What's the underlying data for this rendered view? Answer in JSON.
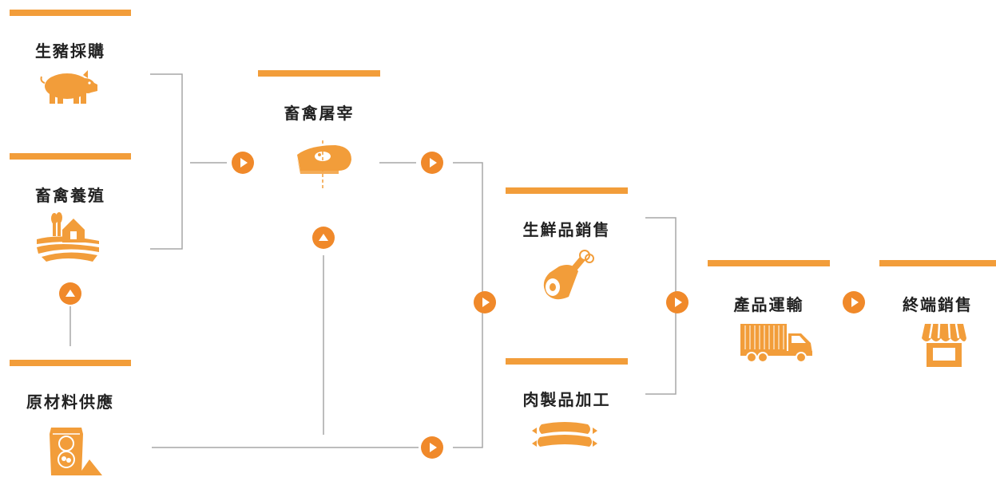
{
  "colors": {
    "accent": "#f29d3a",
    "arrow": "#f0892a",
    "line": "#a7a7a7",
    "text": "#222222"
  },
  "nodes": {
    "pig_purchase": {
      "label": "生豬採購",
      "icon": "pig-icon"
    },
    "livestock_farming": {
      "label": "畜禽養殖",
      "icon": "farm-icon"
    },
    "raw_material_supply": {
      "label": "原材料供應",
      "icon": "feed-bag-icon"
    },
    "slaughter": {
      "label": "畜禽屠宰",
      "icon": "meat-cut-icon"
    },
    "fresh_sales": {
      "label": "生鮮品銷售",
      "icon": "ham-leg-icon"
    },
    "meat_processing": {
      "label": "肉製品加工",
      "icon": "sausage-icon"
    },
    "transport": {
      "label": "產品運輸",
      "icon": "truck-icon"
    },
    "retail": {
      "label": "終端銷售",
      "icon": "store-icon"
    }
  }
}
